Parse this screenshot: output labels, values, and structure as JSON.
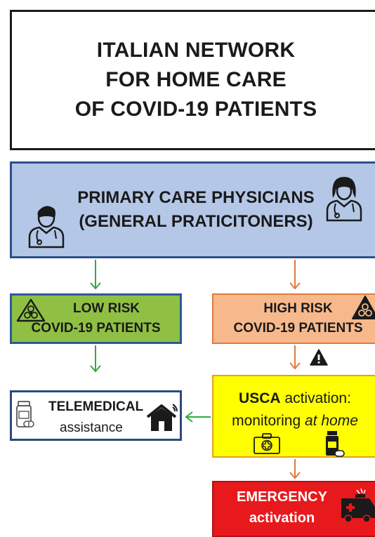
{
  "title": {
    "line1": "ITALIAN NETWORK",
    "line2": "FOR HOME CARE",
    "line3": "OF COVID-19 PATIENTS"
  },
  "pcp": {
    "line1": "PRIMARY CARE PHYSICIANS",
    "line2": "(GENERAL PRATICITONERS)",
    "color": "#b4c7e7"
  },
  "low_risk": {
    "line1": "LOW RISK",
    "line2": "COVID-19 PATIENTS",
    "color": "#8fc043"
  },
  "high_risk": {
    "line1": "HIGH RISK",
    "line2": "COVID-19 PATIENTS",
    "color": "#f7b98c"
  },
  "telemedical": {
    "line1": "TELEMEDICAL",
    "line2": "assistance"
  },
  "usca": {
    "bold": "USCA",
    "text": " activation:",
    "line2_plain": "monitoring ",
    "line2_italic": "at home",
    "color": "#ffff00"
  },
  "emergency": {
    "line1": "EMERGENCY",
    "line2": "activation",
    "color": "#e8191d"
  },
  "arrows": {
    "green": "#2eab3f",
    "orange": "#e07a3c"
  },
  "icons": [
    "doctor-male-icon",
    "doctor-female-icon",
    "biohazard-icon",
    "warning-icon",
    "pill-bottle-icon",
    "house-wifi-icon",
    "medical-kit-icon",
    "medicine-icon",
    "ambulance-icon"
  ]
}
